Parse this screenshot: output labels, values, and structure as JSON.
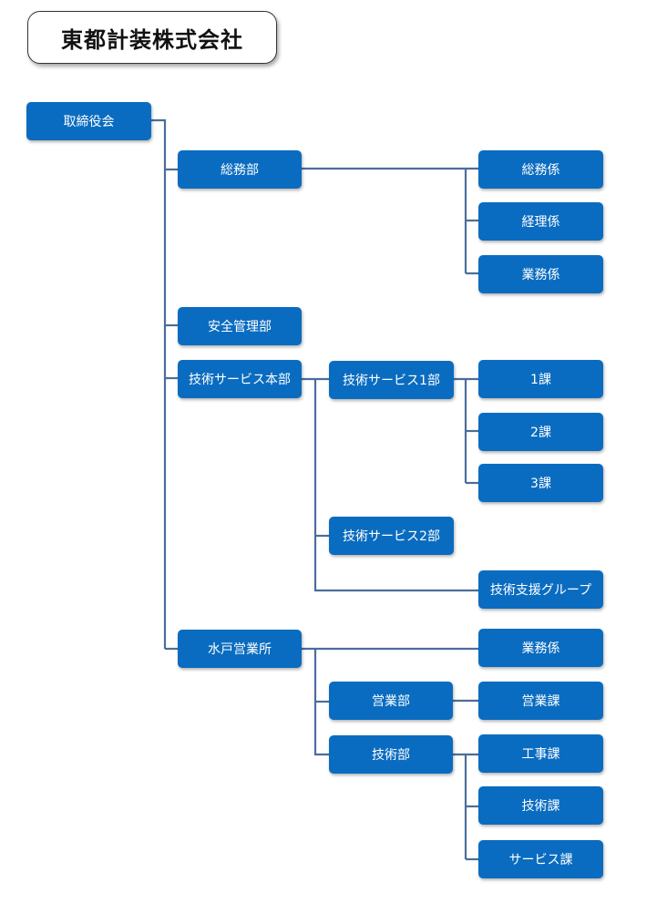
{
  "company_name": "東都計装株式会社",
  "nodes": {
    "board": "取締役会",
    "general_affairs_dept": "総務部",
    "general_affairs_section": "総務係",
    "accounting_section": "経理係",
    "business_section": "業務係",
    "safety_dept": "安全管理部",
    "tech_service_hq": "技術サービス本部",
    "tech_service_1": "技術サービス1部",
    "unit_1": "1課",
    "unit_2": "2課",
    "unit_3": "3課",
    "tech_service_2": "技術サービス2部",
    "tech_support_group": "技術支援グループ",
    "mito_office": "水戸営業所",
    "mito_business_section": "業務係",
    "sales_dept": "営業部",
    "sales_section": "営業課",
    "engineering_dept": "技術部",
    "construction_section": "工事課",
    "technical_section": "技術課",
    "service_section": "サービス課"
  }
}
